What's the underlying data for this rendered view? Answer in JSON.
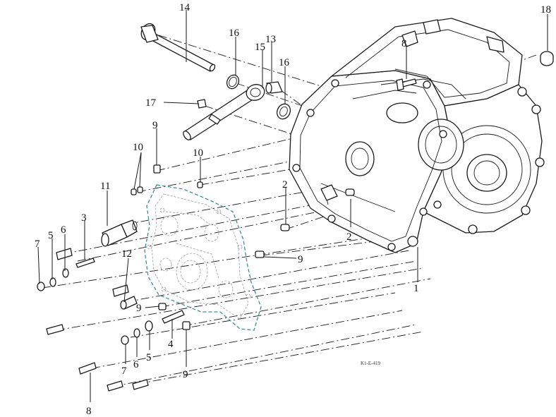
{
  "callouts": [
    {
      "id": "c1",
      "text": "1"
    },
    {
      "id": "c2a",
      "text": "2"
    },
    {
      "id": "c2b",
      "text": "2"
    },
    {
      "id": "c3",
      "text": "3"
    },
    {
      "id": "c4",
      "text": "4"
    },
    {
      "id": "c5a",
      "text": "5"
    },
    {
      "id": "c5b",
      "text": "5"
    },
    {
      "id": "c6a",
      "text": "6"
    },
    {
      "id": "c6b",
      "text": "6"
    },
    {
      "id": "c7a",
      "text": "7"
    },
    {
      "id": "c7b",
      "text": "7"
    },
    {
      "id": "c8a",
      "text": "8"
    },
    {
      "id": "c8b",
      "text": "8"
    },
    {
      "id": "c9a",
      "text": "9"
    },
    {
      "id": "c9b",
      "text": "9"
    },
    {
      "id": "c9c",
      "text": "9"
    },
    {
      "id": "c9d",
      "text": "9"
    },
    {
      "id": "c10a",
      "text": "10"
    },
    {
      "id": "c10b",
      "text": "10"
    },
    {
      "id": "c11",
      "text": "11"
    },
    {
      "id": "c12",
      "text": "12"
    },
    {
      "id": "c13",
      "text": "13"
    },
    {
      "id": "c14",
      "text": "14"
    },
    {
      "id": "c15",
      "text": "15"
    },
    {
      "id": "c16a",
      "text": "16"
    },
    {
      "id": "c16b",
      "text": "16"
    },
    {
      "id": "c17",
      "text": "17"
    },
    {
      "id": "c18",
      "text": "18"
    }
  ],
  "drawing_ref": "K1-E-419"
}
